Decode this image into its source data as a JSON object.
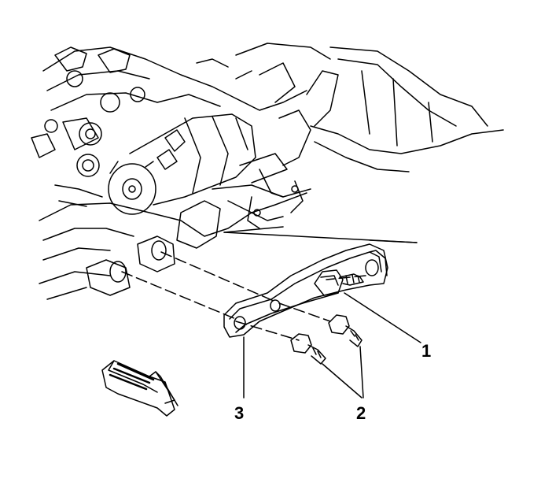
{
  "callouts": {
    "item_1": "1",
    "item_2": "2",
    "item_3": "3"
  },
  "colors": {
    "line": "#000000",
    "background": "#ffffff"
  },
  "icons": [
    "direction-arrow-icon"
  ]
}
